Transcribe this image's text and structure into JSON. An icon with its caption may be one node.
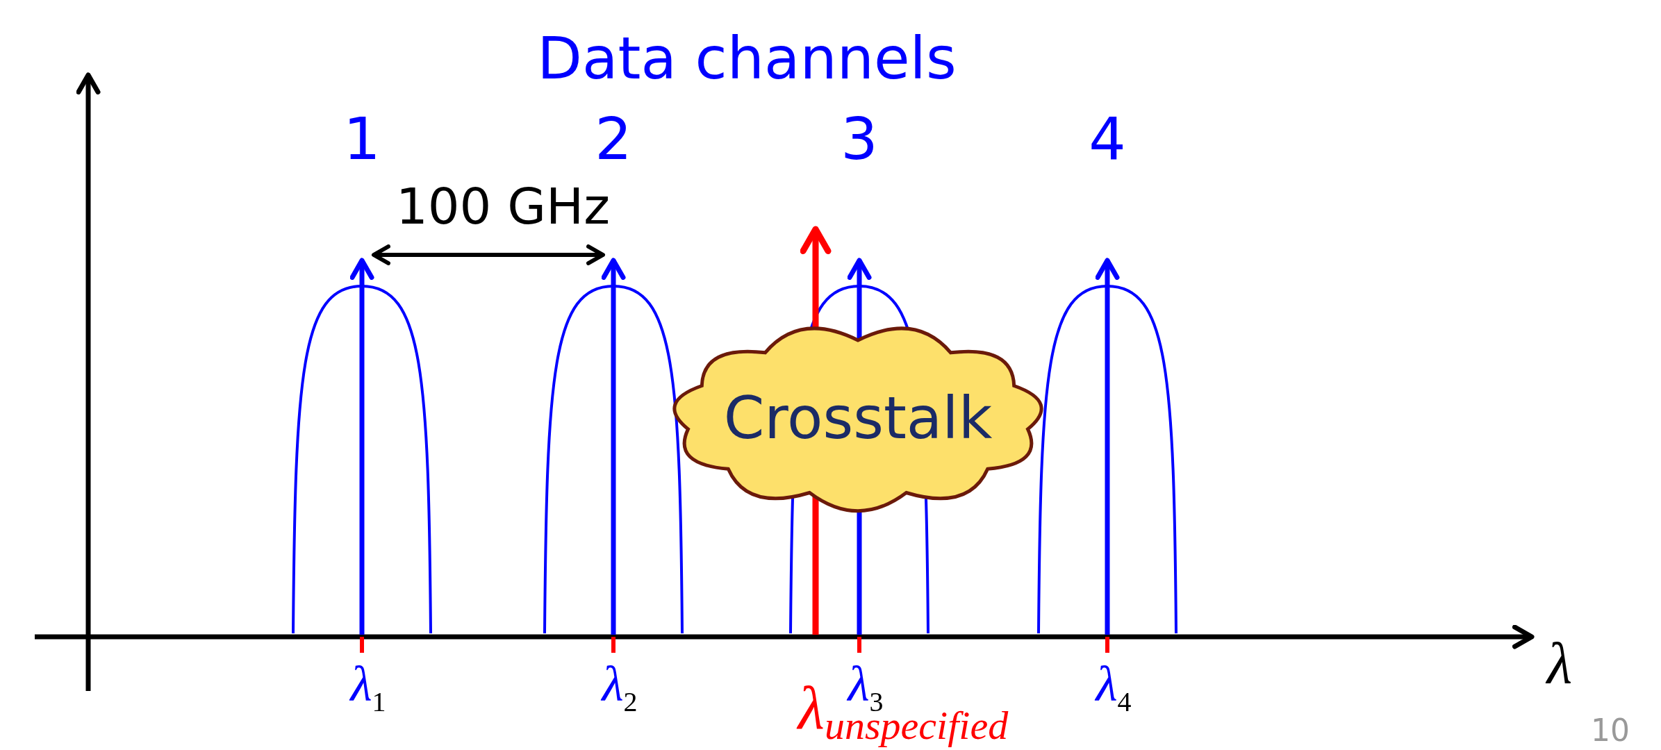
{
  "diagram": {
    "title": "Data channels",
    "nodes": [
      {
        "text": [
          "Crosstalk"
        ]
      }
    ],
    "labels": [
      "1",
      "2",
      "3",
      "4",
      "100 GHz",
      "λ$_{1}$",
      "λ$_{2}$",
      "λ$_{3}$",
      "λ$_{4}$",
      "λ",
      "λ$_{unspecified}$",
      "10"
    ]
  }
}
